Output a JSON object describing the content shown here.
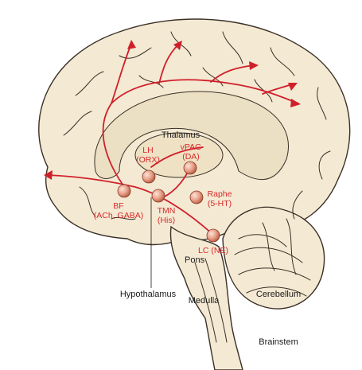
{
  "labels": {
    "thalamus": "Thalamus",
    "hypothalamus": "Hypothalamus",
    "pons": "Pons",
    "medulla": "Medulla",
    "cerebellum": "Cerebellum",
    "brainstem": "Brainstem"
  },
  "nuclei": {
    "lh": {
      "line1": "LH",
      "line2": "(ORX)"
    },
    "vpag": {
      "line1": "vPAG",
      "line2": "(DA)"
    },
    "bf": {
      "line1": "BF",
      "line2": "(ACh, GABA)"
    },
    "tmn": {
      "line1": "TMN",
      "line2": "(His)"
    },
    "raphe": {
      "line1": "Raphe",
      "line2": "(5-HT)"
    },
    "lc": {
      "line1": "LC (NE)"
    }
  },
  "colors": {
    "pathway": "#d01f2a",
    "nucleus": "#e8a08a",
    "brain_fill": "#f4e9d3",
    "outline": "#3a3026"
  }
}
